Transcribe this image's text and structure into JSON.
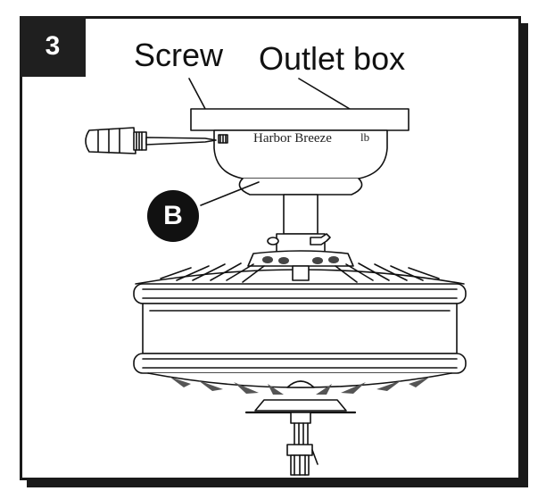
{
  "step": {
    "number": "3"
  },
  "labels": {
    "screw": "Screw",
    "outlet_box": "Outlet box"
  },
  "callout": {
    "letter": "B"
  },
  "brand": {
    "text": "Harbor Breeze",
    "mark": "lb"
  }
}
